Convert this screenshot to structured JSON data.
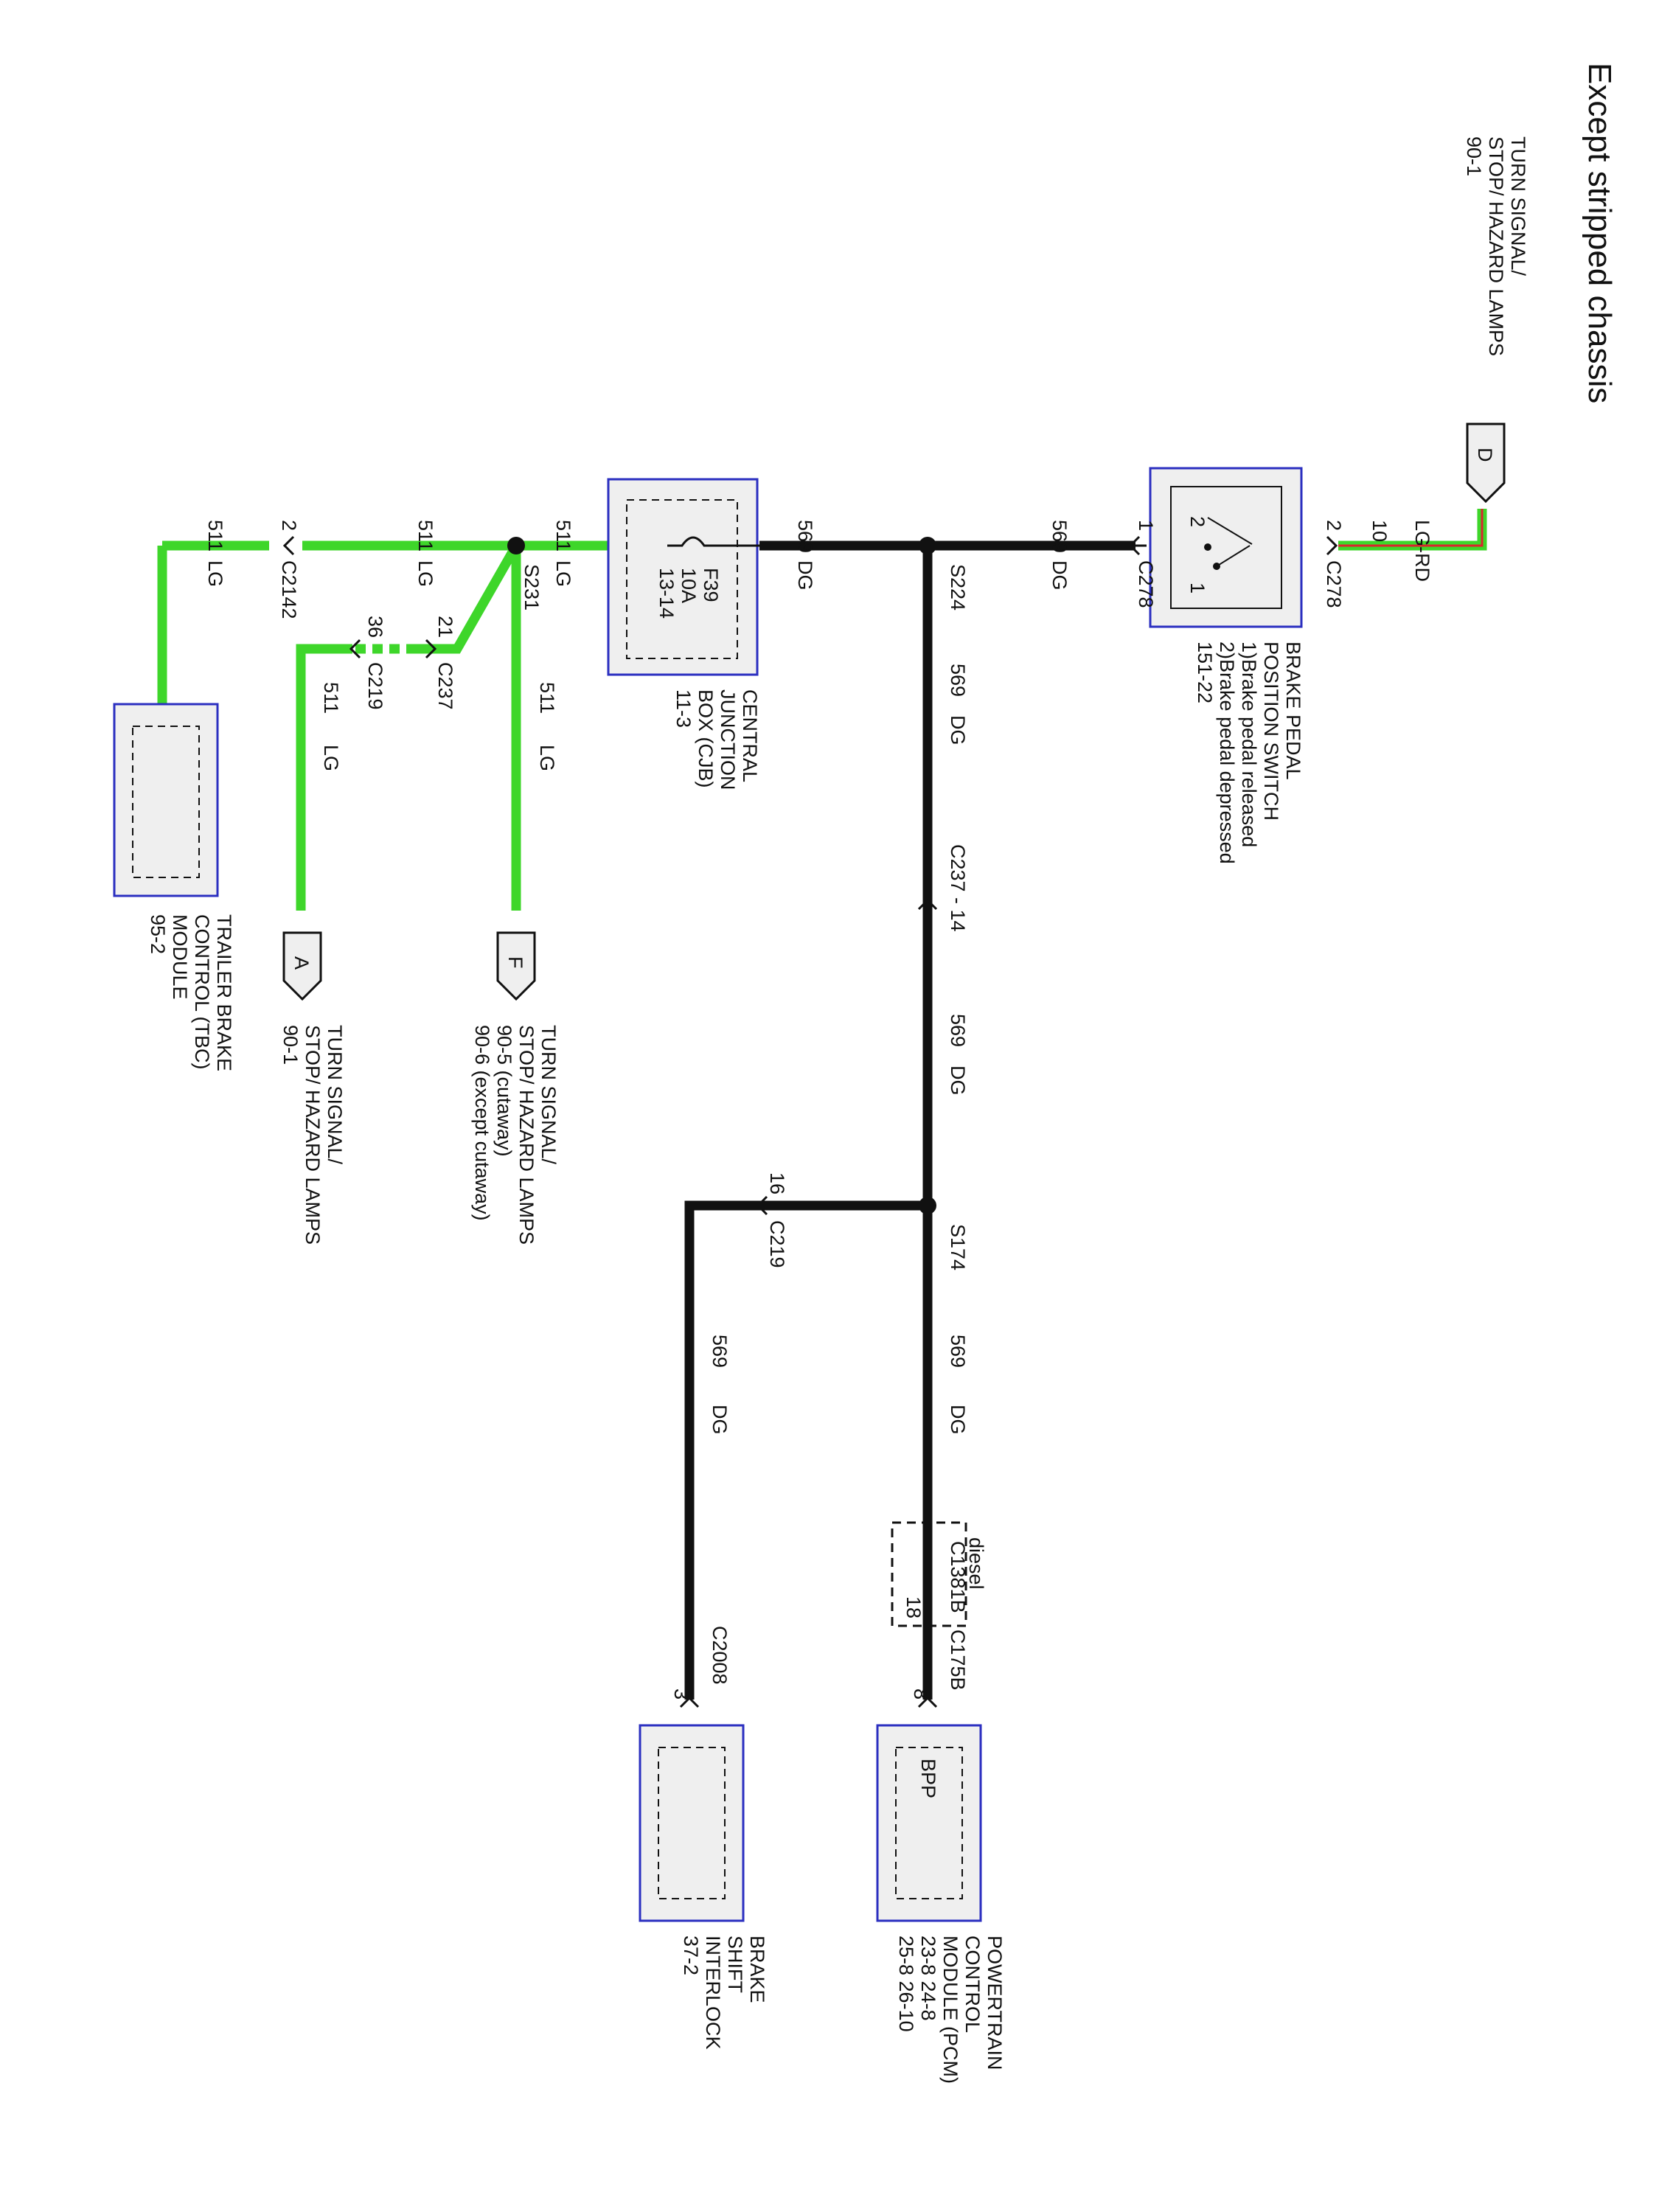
{
  "title": "Except stripped chassis",
  "colors": {
    "lg_wire": "#3ed62a",
    "dg_wire": "#111111",
    "lgrd_red": "#d9252c",
    "box_border": "#2b2fc0",
    "box_fill": "#efefef",
    "background": "#ffffff"
  },
  "wires": {
    "w511": "511",
    "w569": "569",
    "w10": "10",
    "lg": "LG",
    "dg": "DG",
    "lgrd": "LG-RD"
  },
  "connectors": {
    "c278": "C278",
    "c2142": "C2142",
    "c219": "C219",
    "c237": "C237",
    "c237_14": "C237 - 14",
    "c2008": "C2008",
    "c1381b": "C1381B",
    "c175b": "C175B"
  },
  "splices": {
    "s231": "S231",
    "s224": "S224",
    "s174": "S174"
  },
  "pins": {
    "p1": "1",
    "p2": "2",
    "p3": "3",
    "p8": "8",
    "p10": "10",
    "p16": "16",
    "p18": "18",
    "p21": "21",
    "p36": "36"
  },
  "diesel": "diesel",
  "flags": {
    "a": "A",
    "d": "D",
    "f": "F"
  },
  "refs": {
    "top": {
      "line1": "TURN SIGNAL/",
      "line2": "STOP/ HAZARD LAMPS",
      "line3": "90-1"
    },
    "a": {
      "line1": "TURN SIGNAL/",
      "line2": "STOP/ HAZARD LAMPS",
      "line3": "90-1"
    },
    "f": {
      "line1": "TURN SIGNAL/",
      "line2": "STOP/ HAZARD LAMPS",
      "line3": "90-5      (cutaway)",
      "line4": "90-6   (except cutaway)"
    }
  },
  "components": {
    "bpp": {
      "line1": "BRAKE PEDAL",
      "line2": "POSITION SWITCH",
      "line3": "1)Brake pedal released",
      "line4": "2)Brake pedal depressed",
      "line5": "151-22",
      "pin_a": "2",
      "pin_b": "1"
    },
    "cjb": {
      "line1": "CENTRAL",
      "line2": "JUNCTION",
      "line3": "BOX (CJB)",
      "line4": "11-3",
      "fuse": "F39",
      "amps": "10A",
      "pins": "13-14"
    },
    "tbc": {
      "line1": "TRAILER BRAKE",
      "line2": "CONTROL (TBC)",
      "line3": "MODULE",
      "line4": "95-2"
    },
    "pcm": {
      "line1": "POWERTRAIN",
      "line2": "CONTROL",
      "line3": "MODULE (PCM)",
      "line4": "23-8      24-8",
      "line5": "25-8      26-10",
      "signal": "BPP"
    },
    "bsi": {
      "line1": "BRAKE",
      "line2": "SHIFT",
      "line3": "INTERLOCK",
      "line4": "37-2"
    }
  }
}
